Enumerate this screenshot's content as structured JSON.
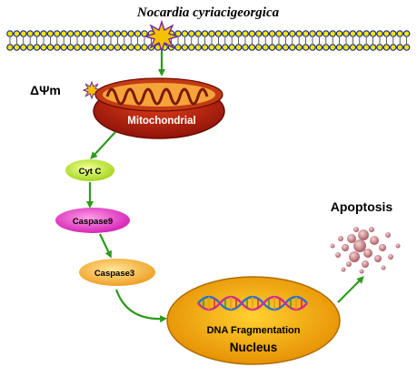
{
  "title": "Nocardia cyriacigeorgica",
  "membrane_potential": "ΔΨm",
  "mitochondrion": "Mitochondrial",
  "steps": [
    "Cyt C",
    "Caspase9",
    "Caspase3"
  ],
  "dna": "DNA Fragmentation",
  "nucleus": "Nucleus",
  "apoptosis": "Apoptosis"
}
